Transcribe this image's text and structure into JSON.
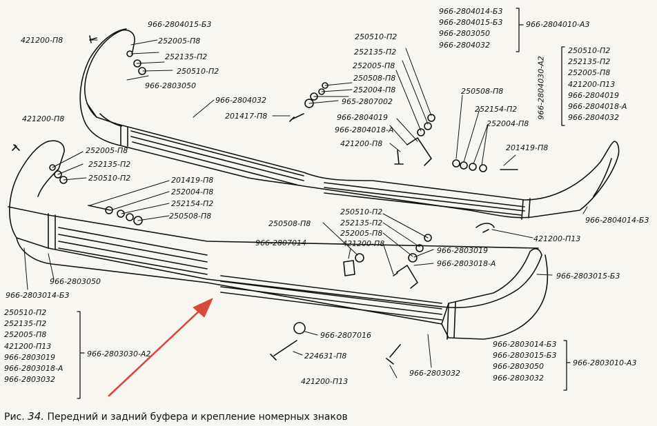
{
  "caption": {
    "prefix": "Рис.",
    "number": "34.",
    "text": "Передний и задний буфера и крепление номерных знаков"
  },
  "labels": {
    "l_421200_p8_top": "421200-П8",
    "l_966_2804015_b3_top": "966-2804015-Б3",
    "l_252005_p8_a": "252005-П8",
    "l_252135_p2_a": "252135-П2",
    "l_250510_p2_a": "250510-П2",
    "l_966_2803050_a": "966-2803050",
    "l_966_2804032": "966-2804032",
    "l_421200_p8_left": "421200-П8",
    "l_201417_p8": "201417-П8",
    "l_250510_p2_b": "250510-П2",
    "l_252135_p2_b": "252135-П2",
    "l_252005_p8_b": "252005-П8",
    "l_250508_p8_a": "250508-П8",
    "l_252004_p8_a": "252004-П8",
    "l_965_2807002": "965-2807002",
    "l_966_2804019": "966-2804019",
    "l_966_2804018_a": "966-2804018-А",
    "l_421200_p8_mid": "421200-П8",
    "l_250508_p8_b": "250508-П8",
    "l_252154_p2_a": "252154-П2",
    "l_252004_p8_b": "252004-П8",
    "l_201419_p8_a": "201419-П8",
    "l_966_2804014_b3_right": "966-2804014-Б3",
    "l_421200_p13_right": "421200-П13",
    "l_252005_p8_c": "252005-П8",
    "l_252135_p2_c": "252135-П2",
    "l_250510_p2_c": "250510-П2",
    "l_201419_p8_b": "201419-П8",
    "l_252004_p8_c": "252004-П8",
    "l_252154_p2_b": "252154-П2",
    "l_250508_p8_c": "250508-П8",
    "l_250508_p8_d": "250508-П8",
    "l_966_2807014": "966-2807014",
    "l_250510_p2_d": "250510-П2",
    "l_252135_p2_d": "252135-П2",
    "l_252005_p8_d": "252005-П8",
    "l_421200_p8_d": "421200-П8",
    "l_966_2803019": "966-2803019",
    "l_966_2803018_a": "966-2803018-А",
    "l_966_2803015_b3": "966-2803015-Б3",
    "l_966_2803050_b": "966-2803050",
    "l_966_2803014_b3_left": "966-2803014-Б3",
    "l_966_2807016": "966-2807016",
    "l_224631_p8": "224631-П8",
    "l_421200_p13_bottom": "421200-П13",
    "l_966_2803032": "966-2803032"
  },
  "groups": {
    "top_right": {
      "items": [
        "966-2804014-Б3",
        "966-2804015-Б3",
        "966-2803050",
        "966-2804032"
      ],
      "assembly": "966-2804010-А3"
    },
    "right_vertical": {
      "assembly": "966-2804030-А2",
      "items": [
        "250510-П2",
        "252135-П2",
        "252005-П8",
        "421200-П13",
        "966-2804019",
        "966-2804018-А",
        "966-2804032"
      ]
    },
    "bottom_left": {
      "items": [
        "250510-П2",
        "252135-П2",
        "252005-П8",
        "421200-П13",
        "966-2803019",
        "966-2803018-А",
        "966-2803032"
      ],
      "assembly": "966-2803030-А2"
    },
    "bottom_right": {
      "items": [
        "966-2803014-Б3",
        "966-2803015-Б3",
        "966-2803050",
        "966-2803032"
      ],
      "assembly": "966-2803010-А3"
    }
  },
  "colors": {
    "paper": "#f7f6f1",
    "ink": "#111111",
    "arrow": "#d9473d"
  }
}
